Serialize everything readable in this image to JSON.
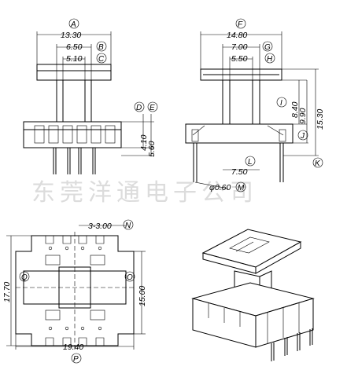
{
  "watermark": "东莞洋通电子公司",
  "front_view": {
    "width": {
      "letter": "A",
      "value": "13.30"
    },
    "inner1": {
      "letter": "B",
      "value": "6.50"
    },
    "inner2": {
      "letter": "C",
      "value": "5.10"
    },
    "pin_h1": {
      "letter": "D",
      "value": "4.10"
    },
    "pin_h2": {
      "letter": "E",
      "value": "5.60"
    }
  },
  "side_view": {
    "width": {
      "letter": "F",
      "value": "14.80"
    },
    "inner1": {
      "letter": "G",
      "value": "7.00"
    },
    "inner2": {
      "letter": "H",
      "value": "5.50"
    },
    "h_i": {
      "letter": "I",
      "value": "8.40"
    },
    "h_j": {
      "letter": "J",
      "value": "9.90"
    },
    "h_total": {
      "value": "15.30"
    },
    "pitch": {
      "letter": "L",
      "value": "7.50"
    },
    "marker_k": {
      "letter": "K"
    },
    "pin_dia": {
      "letter": "M",
      "value": "φ0.60"
    }
  },
  "bottom_view": {
    "slot": {
      "letter": "N",
      "value": "3-3.00"
    },
    "height": {
      "letter": "O",
      "value": "15.00"
    },
    "width": {
      "letter": "P",
      "value": "19.40"
    },
    "total_h": {
      "letter": "Q",
      "value": "17.70"
    }
  }
}
